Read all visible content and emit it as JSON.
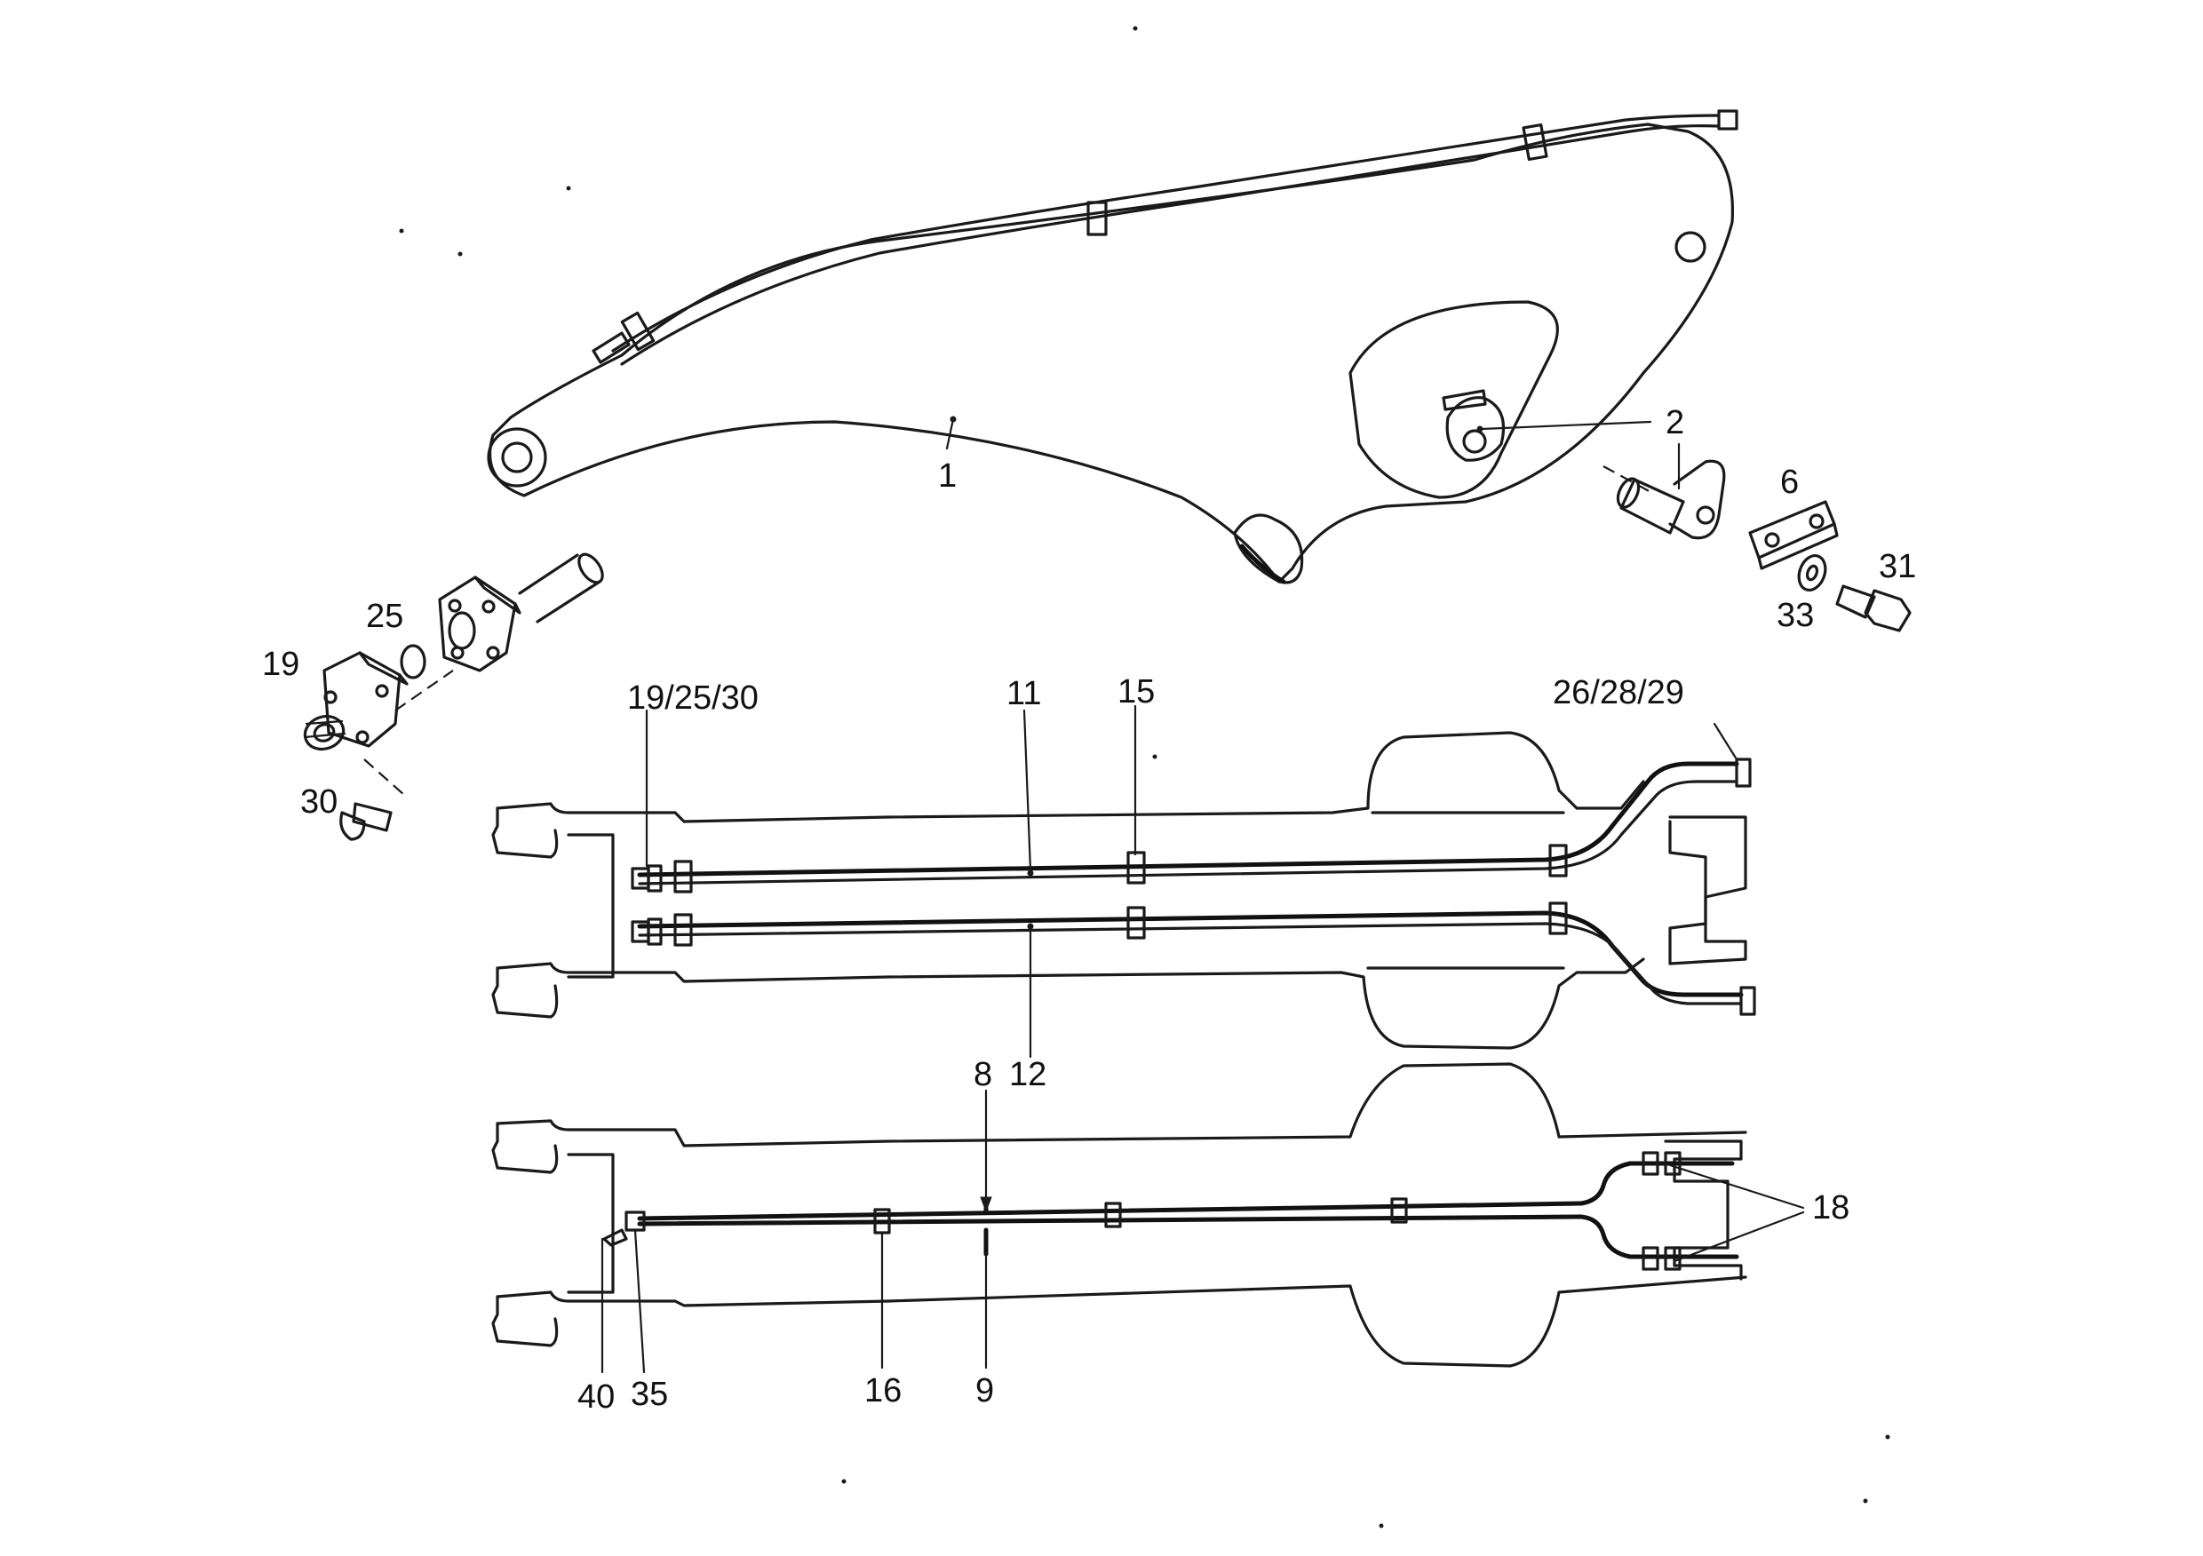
{
  "callouts": {
    "c1": "1",
    "c2": "2",
    "c6": "6",
    "c31": "31",
    "c33": "33",
    "c25": "25",
    "c19": "19",
    "c30": "30",
    "c19_25_30": "19/25/30",
    "c11": "11",
    "c15": "15",
    "c26_28_29": "26/28/29",
    "c12": "12",
    "c8": "8",
    "c18": "18",
    "c40": "40",
    "c35": "35",
    "c16": "16",
    "c9": "9"
  },
  "colors": {
    "line": "#1a1a1a",
    "background": "#ffffff"
  }
}
